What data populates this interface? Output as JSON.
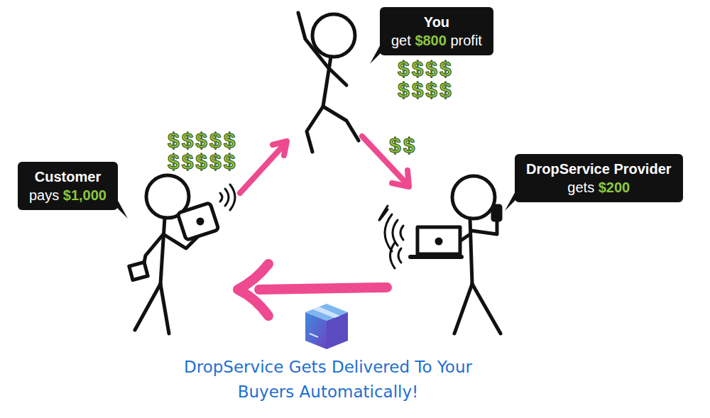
{
  "diagram": {
    "nodes": [
      {
        "text": [
          "You",
          "get $800 profit"
        ]
      },
      {
        "text": [
          "Customer",
          "pays $1,000"
        ]
      },
      {
        "text": [
          "DropService Provider",
          "gets $200"
        ]
      }
    ],
    "labels": [
      "$$$$ $$$$",
      "$$$$$ $$$$$",
      "$$",
      "DropService Gets Delivered To Your Buyers Automatically!"
    ]
  }
}
